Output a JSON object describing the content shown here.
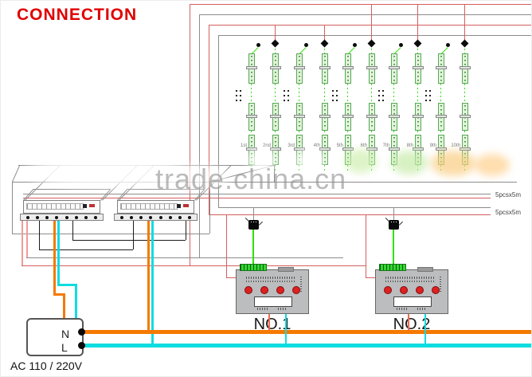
{
  "title": "CONNECTION",
  "watermark": "trade.china.cn",
  "power_box": {
    "n": "N",
    "l": "L",
    "caption": "AC 110 / 220V"
  },
  "controllers": [
    {
      "label": "NO.1"
    },
    {
      "label": "NO.2"
    }
  ],
  "bus_labels": [
    "5pcsx5m",
    "5pcsx5m"
  ],
  "strip_labels": [
    "1st",
    "2nd",
    "3rd",
    "4th",
    "5th",
    "6th",
    "7th",
    "8th",
    "9th",
    "10th"
  ],
  "colors": {
    "title": "#e00000",
    "wire_red": "#d45f5f",
    "wire_pink": "#f29b9b",
    "wire_gray": "#8c8c8c",
    "wire_black": "#1c1c1c",
    "wire_orange": "#f57900",
    "wire_cyan": "#10dde0",
    "wire_green": "#2ee000",
    "strip_fill": "#e4f2dc",
    "strip_border": "#55a855",
    "controller_body": "#bcbdbf",
    "button": "#e02020",
    "terminal_green": "#33d633"
  }
}
